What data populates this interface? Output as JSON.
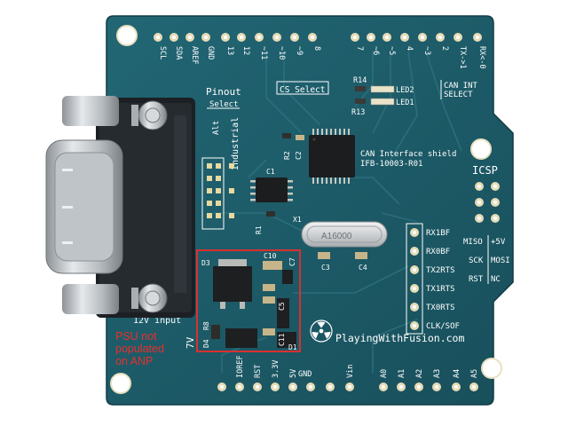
{
  "colors": {
    "background": "#ffffff",
    "pcb": "#1d5a66",
    "pcb_dark": "#123f48",
    "silkscreen": "#ffffff",
    "highlight_box": "#d93030",
    "note_text": "#e8302a",
    "connector_metal": "#c9cdd0",
    "connector_body": "#202428"
  },
  "board": {
    "top_header_labels": [
      "SCL",
      "SDA",
      "AREF",
      "GND",
      "13",
      "12",
      "~11",
      "~10",
      "~9",
      "8",
      "7",
      "~6",
      "~5",
      "4",
      "~3",
      "2",
      "TX->1",
      "RX<-0"
    ],
    "bottom_header_labels": [
      "IOREF",
      "RST",
      "3.3V",
      "5V",
      "GND",
      "Vin",
      "A0",
      "A1",
      "A2",
      "A3",
      "A4",
      "A5"
    ],
    "pinout_select_title": "Pinout",
    "pinout_select_sub": "Select",
    "pinout_option_alt": "Alt",
    "pinout_option_industrial": "Industrial",
    "cs_select": "CS Select",
    "can_int_select_1": "CAN INT",
    "can_int_select_2": "SELECT",
    "led_labels": [
      "R14",
      "LED2",
      "R13",
      "LED1"
    ],
    "product_title": "CAN Interface shield",
    "product_id": "IFB-10003-R01",
    "icsp_label": "ICSP",
    "can_pin_labels": [
      "RX1BF",
      "RX0BF",
      "TX2RTS",
      "TX1RTS",
      "TX0RTS",
      "CLK/SOF"
    ],
    "spi_labels": [
      "MISO",
      "+5V",
      "SCK",
      "MOSI",
      "RST",
      "NC"
    ],
    "crystal_text": "A16000",
    "component_refs": [
      "R2",
      "C1",
      "C2",
      "R1",
      "X1",
      "C3",
      "C4",
      "D3",
      "C10",
      "C7",
      "C5",
      "R8",
      "C11",
      "D4",
      "D1"
    ],
    "power_label": "12V input",
    "brand": "PlayingWithFusion.com",
    "side_label": "7V"
  },
  "annotation": {
    "note_lines": [
      "PSU not",
      "populated",
      "on ANP"
    ]
  }
}
